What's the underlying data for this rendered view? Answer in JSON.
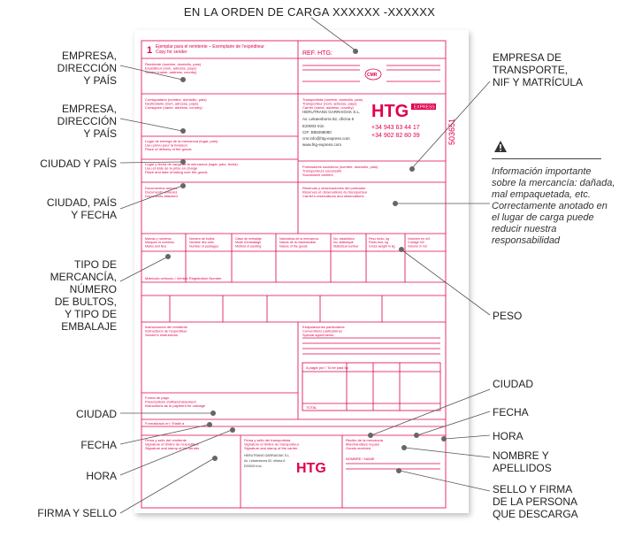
{
  "header": {
    "title": "EN LA ORDEN DE CARGA XXXXXX -XXXXXX"
  },
  "callouts": {
    "empresa1": "EMPRESA,\nDIRECCIÓN\nY PAÍS",
    "empresa2": "EMPRESA,\nDIRECCIÓN\nY PAÍS",
    "ciudad_pais": "CIUDAD Y PAÍS",
    "ciudad_pais_fecha": "CIUDAD, PAÍS\nY FECHA",
    "mercancia": "TIPO DE\nMERCANCÍA,\nNÚMERO\nDE BULTOS,\nY TIPO DE\nEMBALAJE",
    "ciudad_left": "CIUDAD",
    "fecha_left": "FECHA",
    "hora_left": "HORA",
    "firma_sello": "FIRMA Y SELLO",
    "transporte": "EMPRESA DE\nTRANSPORTE,\nNIF Y MATRÍCULA",
    "peso": "PESO",
    "ciudad_right": "CIUDAD",
    "fecha_right": "FECHA",
    "hora_right": "HORA",
    "nombre": "NOMBRE Y\nAPELLIDOS",
    "sello_descarga": "SELLO Y FIRMA\nDE LA PERSONA\nQUE DESCARGA"
  },
  "info": {
    "text": "Información importante sobre la mercancía: dañada, mal empaquetada, etc. Correctamente anotado en el lugar de carga puede reducir nuestra responsabilidad"
  },
  "document": {
    "copy_number": "1",
    "copy_title_es": "Ejemplar para el remitente – Exemplaire de l'expéditeur",
    "copy_title_en": "Copy for sender",
    "ref_label": "REF. HTG:",
    "cmr": "CMR",
    "brand": "HTG",
    "brand_sub": "EXPRESS",
    "company_name": "HERUTRANS GARRAIOAK S.L.",
    "company_street": "Av. Lekaenborra 52, oficina 6",
    "company_city": "E20003 Irún",
    "company_cif": "CIF: B88298080",
    "company_email": "cmr.info@htg-express.com",
    "company_web": "www.htg-express.com",
    "tel1": "+34 943 63 44 17",
    "tel2": "+34 902 82 80 39",
    "serial": "503651",
    "f1": "Remitente (nombre, domicilio, país)\nExpéditeur (nom, adresse, pays)\nSender (name, address, country)",
    "f2": "Consignatario (nombre, domicilio, país)\nDestinataire (nom, adresse, pays)\nConsignee (name, address, country)",
    "f3": "Lugar de entrega de la mercancía (lugar, país)\nLieu prévu pour la livraison\nPlace of delivery of the goods",
    "f4": "Lugar y fecha de carga de la mercancía (lugar, país, fecha)\nLieu et date de la prise en charge\nPlace and date of taking over the goods",
    "f5": "Documentos anexos\nDocuments annexés\nDocuments attached",
    "f16": "Transportista (nombre, domicilio, país)\nTransporteur (nom, adresse, pays)\nCarrier (name, address, country)",
    "f17": "Porteadores sucesivos (nombre, domicilio, país)\nTransporteurs successifs\nSuccessive carriers",
    "f18": "Reservas y observaciones del porteador\nRéserves et observations du transporteur\nCarrier's reservations and observations",
    "c6": "Marcas y números\nMarques et numéros\nMarks and Nos",
    "c7": "Número de bultos\nNombre des colis\nNumber of packages",
    "c8": "Clase de embalaje\nMode d'emballage\nMethod of packing",
    "c9": "Naturaleza de la mercancía\nNature de la marchandise\nNature of the goods",
    "c10": "No. estadístico\nNo. statistique\nStatistical number",
    "c11": "Peso bruto, kg\nPoids brut, kg\nGross weight in kg",
    "c12": "Volumen en m3\nCubage m3\nVolume in m3",
    "matricula": "Matrícula vehículo / Vehicle Registration Number",
    "f19": "Estipulaciones particulares\nConventions particulières\nSpecial agreements",
    "f13": "Instrucciones del remitente\nInstructions de l'expéditeur\nSender's instructions",
    "f20": "A pagar por / To be paid by",
    "f14": "Forma de pago\nPrescriptions d'affranchissement\nInstructions as to payment for carriage",
    "f21": "Formalizado en / Etabli à",
    "f22": "Firma y sello del remitente\nSignature et timbre de l'expéditeur\nSignature and stamp of the sender",
    "f23": "Firma y sello del transportista\nSignature et timbre du transporteur\nSignature and stamp of the carrier",
    "f24": "Recibo de la mercancía\nMarchandises reçues\nGoods received",
    "nombre_label": "NOMBRE / NAME",
    "total": "TOTAL"
  }
}
